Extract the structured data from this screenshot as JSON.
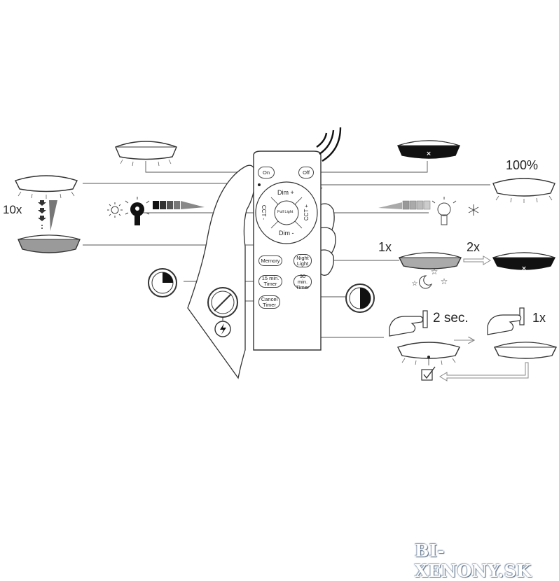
{
  "remote": {
    "on": "On",
    "off": "Off",
    "dim_plus": "Dim +",
    "dim_minus": "Dim -",
    "cct_minus": "CCT -",
    "cct_plus": "CCT +",
    "full_light": "Full Light",
    "memory": "Memory",
    "night_light": "Night Light",
    "timer_15": "15 min. Timer",
    "timer_30": "30 min. Timer",
    "cancel_timer": "Cancel Timer"
  },
  "labels": {
    "repeat_10x": "10x",
    "percent_100": "100%",
    "press_1x_night": "1x",
    "press_2x": "2x",
    "hold_2sec": "2 sec.",
    "press_1x_wall": "1x"
  },
  "watermark": "BI-XENONY.SK"
}
